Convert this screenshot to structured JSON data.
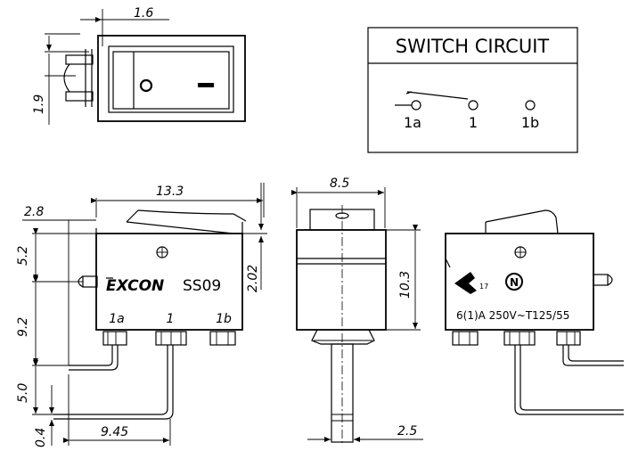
{
  "top_view": {
    "dim_width": "1.6",
    "dim_height": "1.9",
    "on_symbol": "O",
    "off_symbol": "–"
  },
  "switch_circuit": {
    "title": "SWITCH CIRCUIT",
    "terminals": [
      "1a",
      "1",
      "1b"
    ]
  },
  "front_view": {
    "dim_top_width": "13.3",
    "dim_left_offset": "2.8",
    "dim_upper": "5.2",
    "dim_mid": "9.2",
    "dim_lower": "5.0",
    "dim_base": "0.4",
    "dim_bottom_width": "9.45",
    "dim_right": "2.02",
    "brand": "EXCON",
    "model": "SS09",
    "terminals": [
      "1a",
      "1",
      "1b"
    ]
  },
  "side_view": {
    "dim_width": "8.5",
    "dim_height": "10.3",
    "dim_pin": "2.5"
  },
  "back_view": {
    "cert_number": "17",
    "rating": "6(1)A 250V~T125/55"
  },
  "colors": {
    "line": "#000000",
    "fill": "#ffffff",
    "inner": "#e6e6e6"
  }
}
